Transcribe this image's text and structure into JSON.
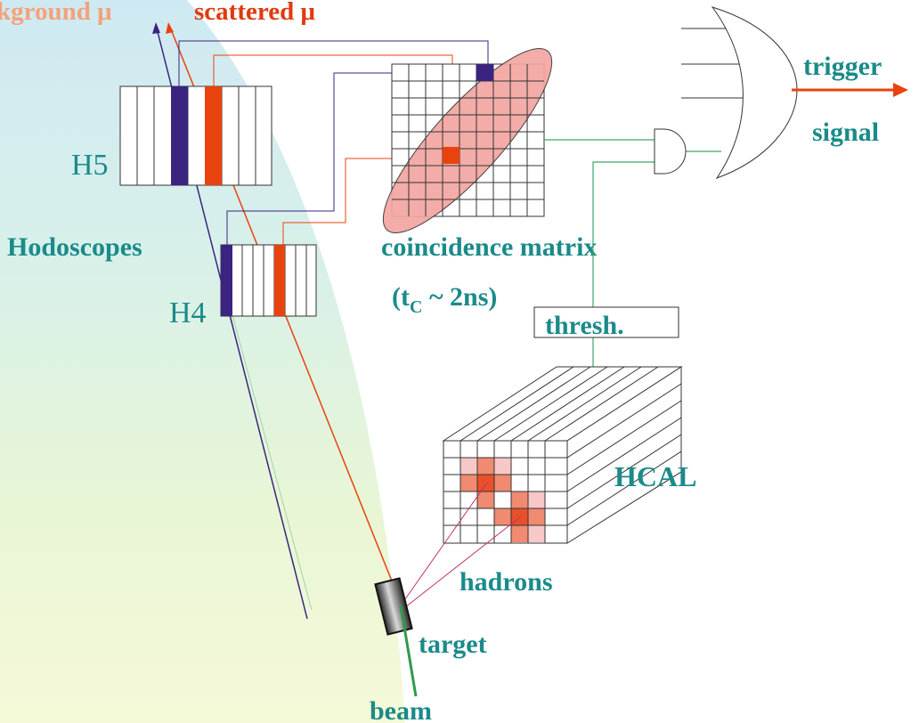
{
  "labels": {
    "background_mu": "kground μ",
    "scattered_mu": "scattered μ",
    "h5": "H5",
    "h4": "H4",
    "hodoscopes": "Hodoscopes",
    "coincidence_matrix": "coincidence matrix",
    "tc_open": "(t",
    "tc_sub": "C",
    "tc_rest": " ~ 2ns)",
    "thresh": "thresh.",
    "trigger": "trigger",
    "signal": "signal",
    "hcal": "HCAL",
    "hadrons": "hadrons",
    "target": "target",
    "beam": "beam"
  },
  "colors": {
    "teal_text": "#1b8a8a",
    "background_mu": "#f4a27a",
    "scattered_mu": "#e03a10",
    "dark_blue": "#3a2480",
    "orange_red": "#e8430e",
    "ellipse_fill": "#f2a5a0",
    "beam_green": "#2f9a4a",
    "wire_green": "#3aa66a",
    "hadron_magenta": "#c0306a",
    "hcal_dark": "#e8502a",
    "hcal_mid": "#f08a70",
    "hcal_light": "#f7c8c8"
  },
  "icons": [
    "and-gate-icon",
    "or-gate-icon",
    "arrow-icon"
  ]
}
